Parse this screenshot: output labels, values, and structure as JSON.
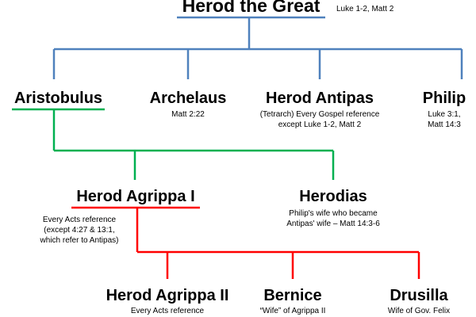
{
  "colors": {
    "blue": "#4f81bd",
    "green": "#00b050",
    "red": "#ff0000",
    "text": "#000000"
  },
  "nodes": {
    "herod_the_great": {
      "name": "Herod the Great",
      "refs": [
        "Luke 1-2, Matt 2"
      ]
    },
    "aristobulus": {
      "name": "Aristobulus",
      "refs": []
    },
    "archelaus": {
      "name": "Archelaus",
      "refs": [
        "Matt 2:22"
      ]
    },
    "herod_antipas": {
      "name": "Herod Antipas",
      "refs": [
        "(Tetrarch)  Every Gospel reference",
        "except Luke 1-2, Matt 2"
      ]
    },
    "philip": {
      "name": "Philip",
      "refs": [
        "Luke 3:1,",
        "Matt 14:3"
      ]
    },
    "herod_agrippa_i": {
      "name": "Herod Agrippa I",
      "refs": [
        "Every Acts reference",
        "(except  4:27 & 13:1,",
        "which refer to Antipas)"
      ]
    },
    "herodias": {
      "name": "Herodias",
      "refs": [
        "Philip's wife who became",
        "Antipas' wife – Matt 14:3-6"
      ]
    },
    "herod_agrippa_ii": {
      "name": "Herod Agrippa II",
      "refs": [
        "Every Acts reference"
      ]
    },
    "bernice": {
      "name": "Bernice",
      "refs": [
        "“Wife” of Agrippa II"
      ]
    },
    "drusilla": {
      "name": "Drusilla",
      "refs": [
        "Wife of Gov. Felix"
      ]
    }
  }
}
